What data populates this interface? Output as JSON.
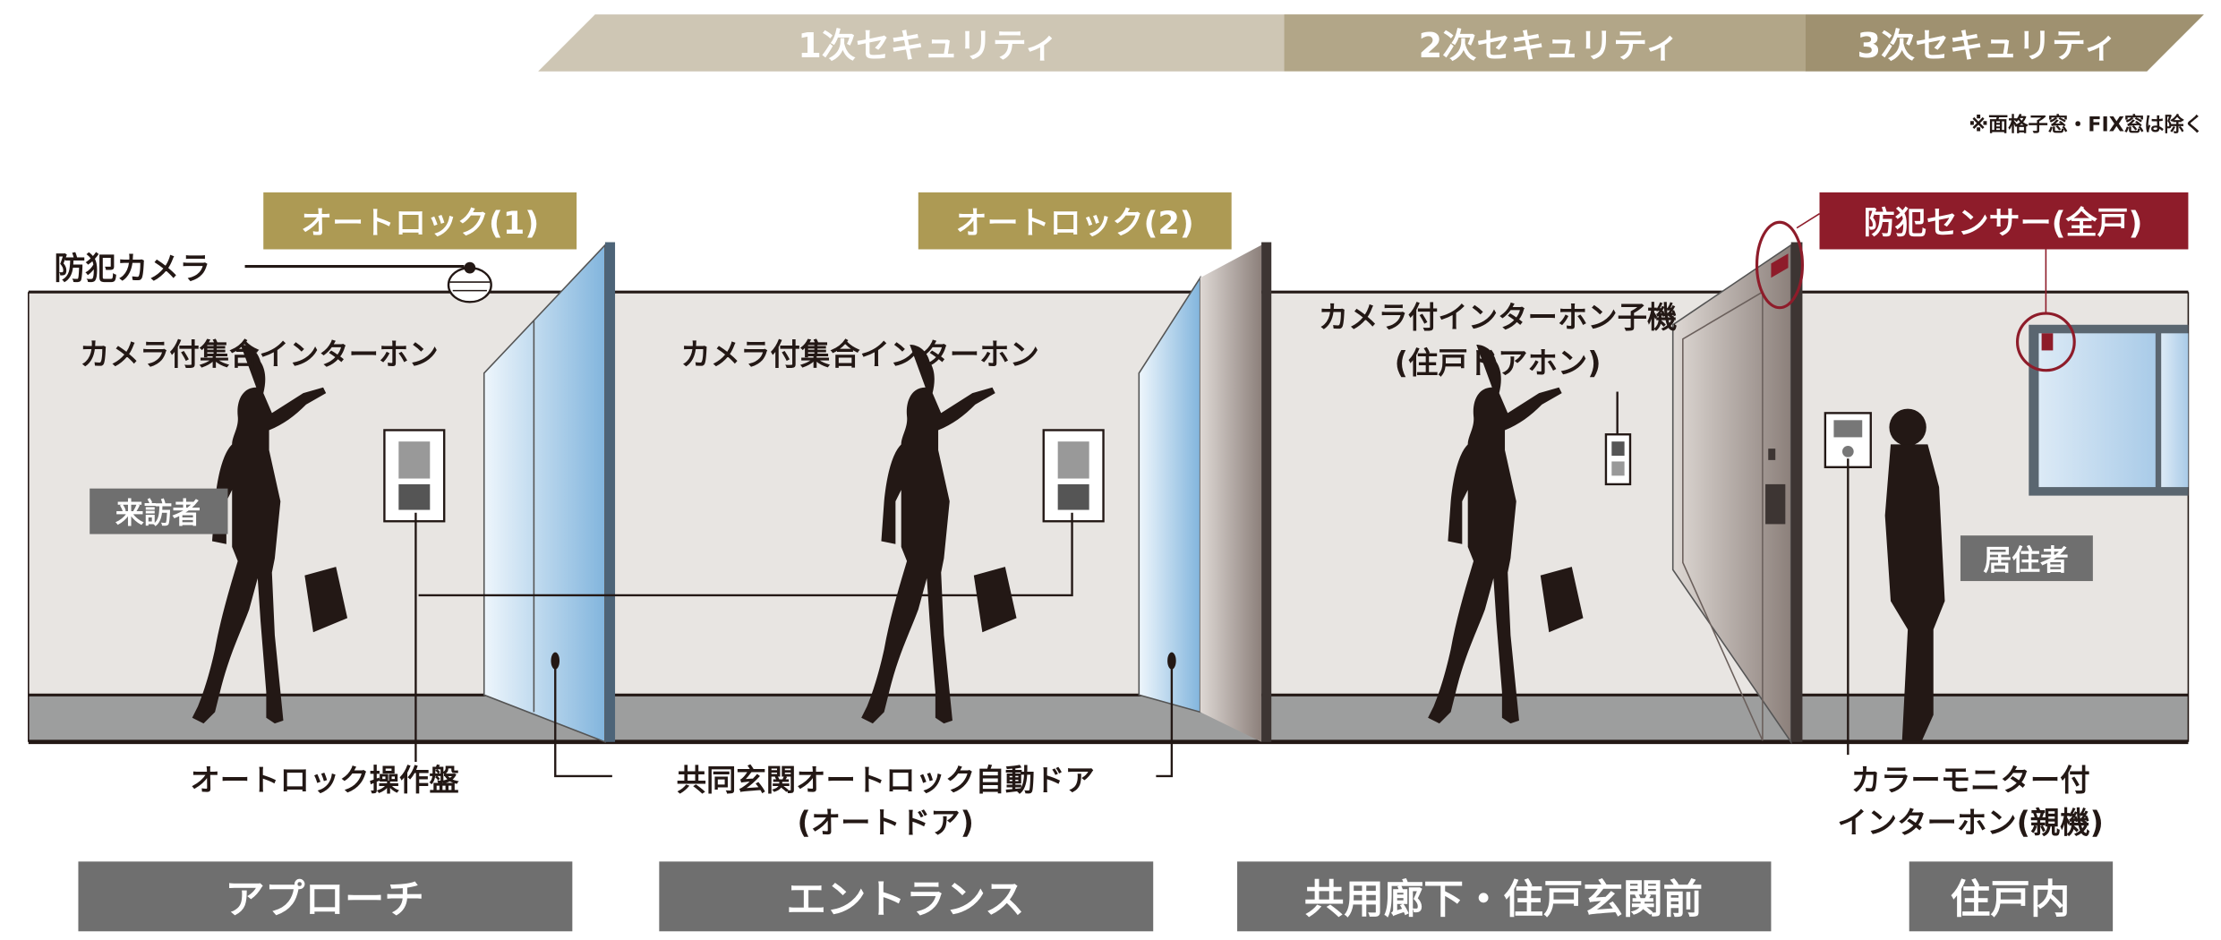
{
  "security_levels": [
    {
      "label": "1次セキュリティ",
      "color": "#cec6b4"
    },
    {
      "label": "2次セキュリティ",
      "color": "#b2a688"
    },
    {
      "label": "3次セキュリティ",
      "color": "#9f9170"
    }
  ],
  "note": "※面格子窓・FIX窓は除く",
  "features": {
    "autolock1": {
      "label": "オートロック(1)",
      "color": "#ad9a54"
    },
    "autolock2": {
      "label": "オートロック(2)",
      "color": "#ad9a54"
    },
    "sensor": {
      "label": "防犯センサー(全戸)",
      "color": "#8e1c2a"
    }
  },
  "callouts": {
    "camera": "防犯カメラ",
    "intercom1": "カメラ付集合インターホン",
    "intercom2": "カメラ付集合インターホン",
    "door_intercom_line1": "カメラ付インターホン子機",
    "door_intercom_line2": "(住戸ドアホン)",
    "panel": "オートロック操作盤",
    "autodoor_line1": "共同玄関オートロック自動ドア",
    "autodoor_line2": "(オートドア)",
    "monitor_line1": "カラーモニター付",
    "monitor_line2": "インターホン(親機)"
  },
  "people": {
    "visitor": "来訪者",
    "resident": "居住者"
  },
  "zones": [
    {
      "label": "アプローチ"
    },
    {
      "label": "エントランス"
    },
    {
      "label": "共用廊下・住戸玄関前"
    },
    {
      "label": "住戸内"
    }
  ],
  "colors": {
    "wall": "#e8e5e2",
    "floor": "#9d9e9e",
    "zone_box": "#6f6f6f",
    "glass": "#9cc6e6",
    "door": "#a79c98"
  }
}
